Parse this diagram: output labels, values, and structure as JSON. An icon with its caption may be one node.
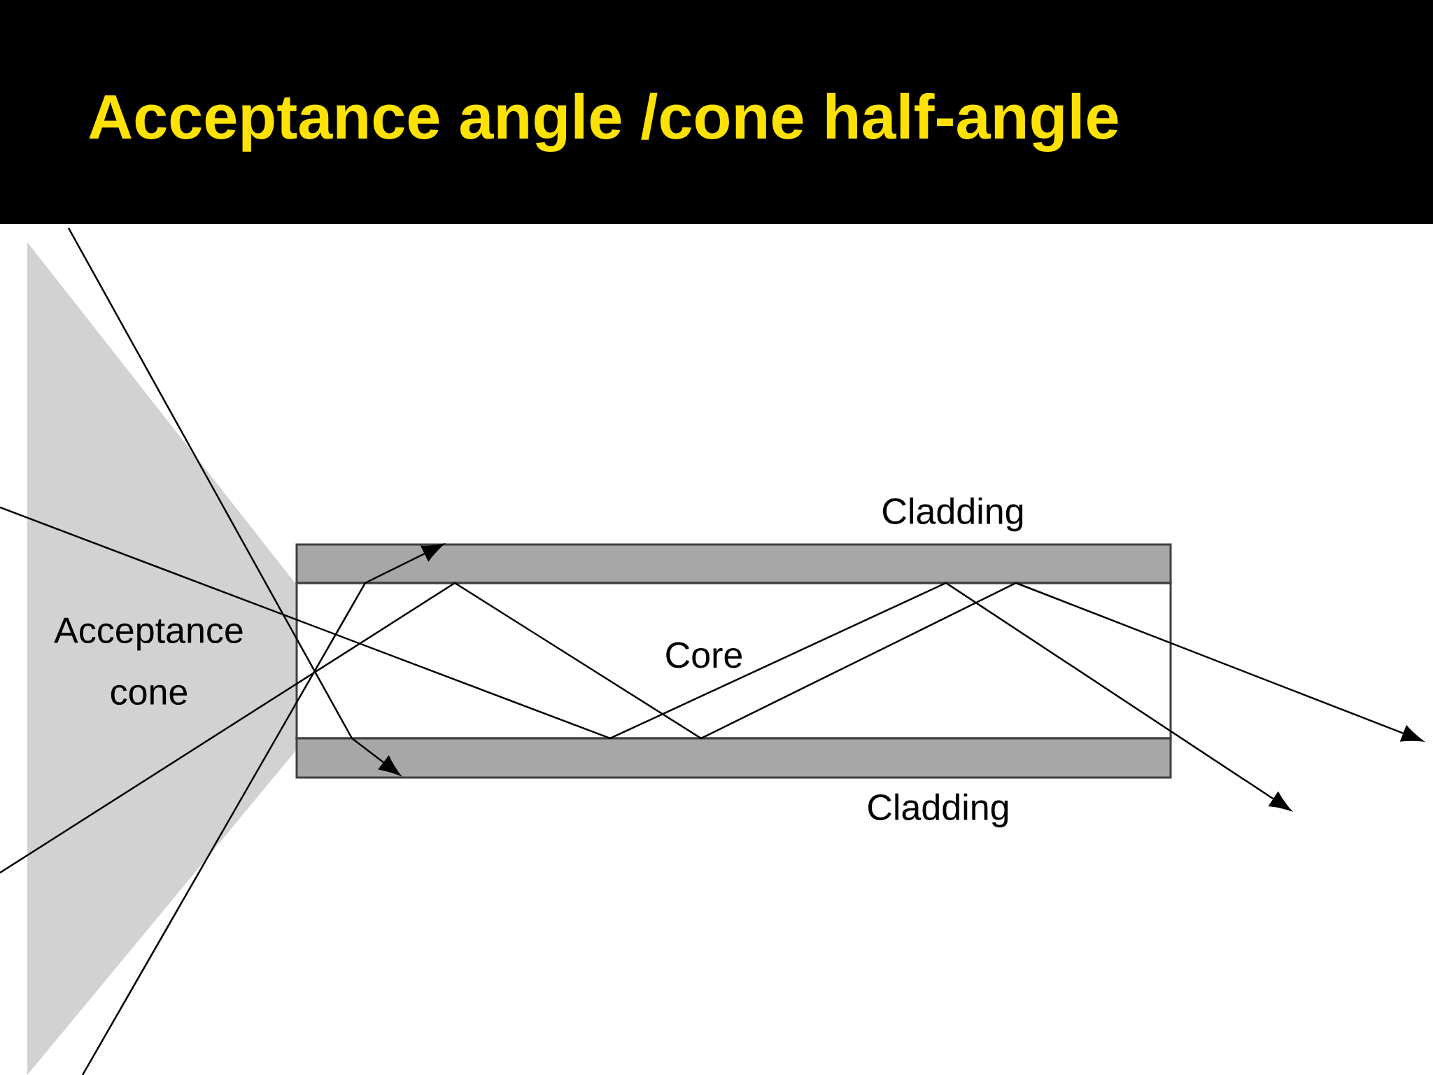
{
  "diagram": {
    "title": "Acceptance angle /cone half-angle",
    "nodes": [
      {
        "text": [
          "Acceptance cone"
        ]
      },
      {
        "text": [
          "Cladding"
        ]
      },
      {
        "text": [
          "Core"
        ]
      },
      {
        "text": [
          "Cladding"
        ]
      }
    ]
  }
}
